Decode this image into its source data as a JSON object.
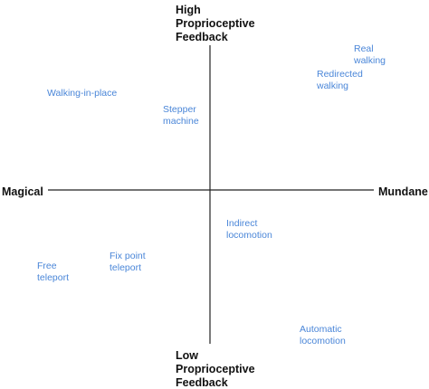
{
  "axes": {
    "top": [
      "High",
      "Proprioceptive",
      "Feedback"
    ],
    "bottom": [
      "Low",
      "Proprioceptive",
      "Feedback"
    ],
    "left": "Magical",
    "right": "Mundane"
  },
  "items": [
    {
      "id": "real-walking",
      "lines": [
        "Real",
        "walking"
      ]
    },
    {
      "id": "redirected-walking",
      "lines": [
        "Redirected",
        "walking"
      ]
    },
    {
      "id": "walking-in-place",
      "lines": [
        "Walking-in-place"
      ]
    },
    {
      "id": "stepper-machine",
      "lines": [
        "Stepper",
        "machine"
      ]
    },
    {
      "id": "indirect-locomotion",
      "lines": [
        "Indirect",
        "locomotion"
      ]
    },
    {
      "id": "fix-point-teleport",
      "lines": [
        "Fix point",
        "teleport"
      ]
    },
    {
      "id": "free-teleport",
      "lines": [
        "Free",
        "teleport"
      ]
    },
    {
      "id": "automatic-locomotion",
      "lines": [
        "Automatic",
        "locomotion"
      ]
    }
  ],
  "colors": {
    "axis": "#222222",
    "item_text": "#4a86d8",
    "axis_text": "#111111"
  }
}
